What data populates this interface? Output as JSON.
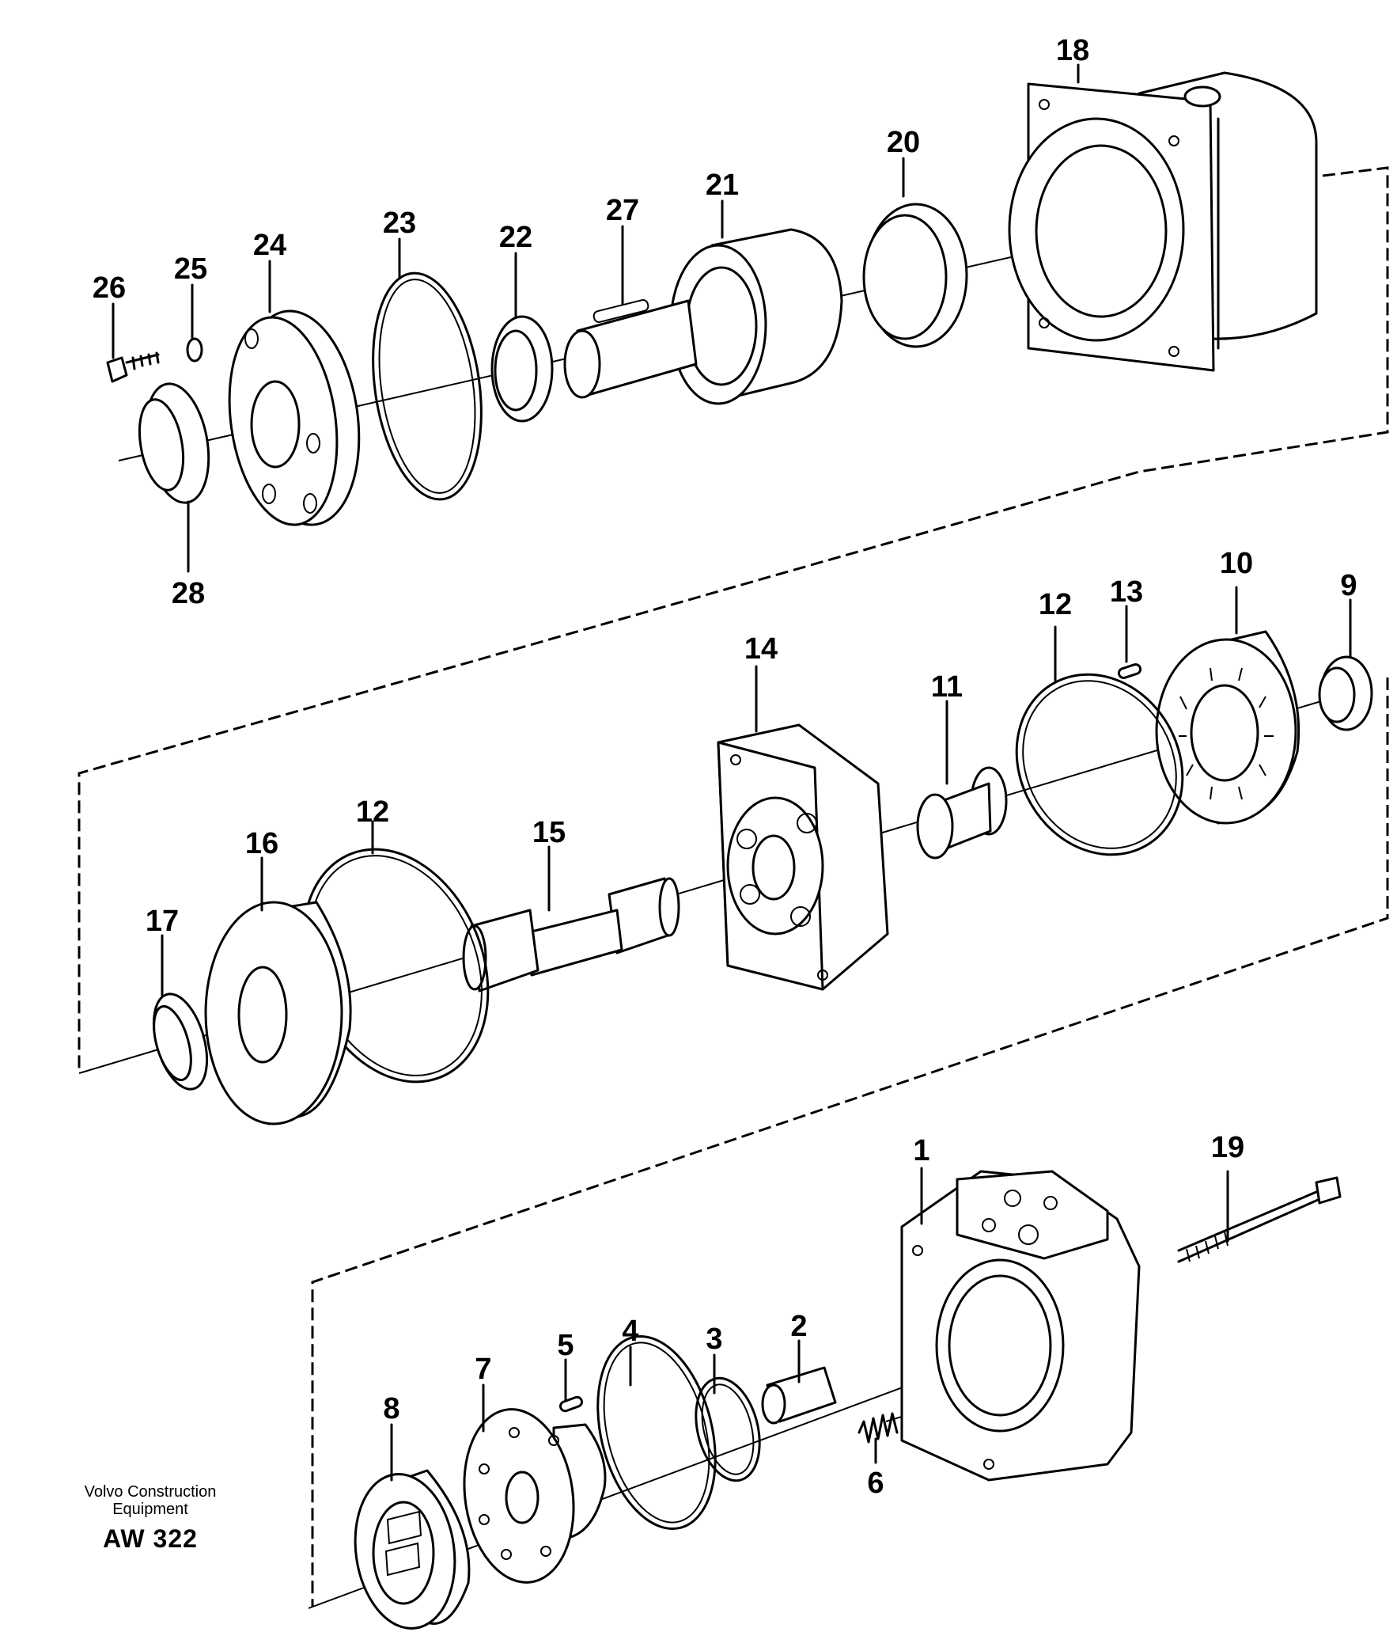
{
  "caption": {
    "company": "Volvo Construction\nEquipment",
    "code": "AW 322"
  },
  "part_labels": {
    "p1": "1",
    "p2": "2",
    "p3": "3",
    "p4": "4",
    "p5": "5",
    "p6": "6",
    "p7": "7",
    "p8": "8",
    "p9": "9",
    "p10": "10",
    "p11": "11",
    "p12a": "12",
    "p12b": "12",
    "p13": "13",
    "p14": "14",
    "p15": "15",
    "p16": "16",
    "p17": "17",
    "p18": "18",
    "p19": "19",
    "p20": "20",
    "p21": "21",
    "p22": "22",
    "p23": "23",
    "p24": "24",
    "p25": "25",
    "p26": "26",
    "p27": "27",
    "p28": "28"
  }
}
